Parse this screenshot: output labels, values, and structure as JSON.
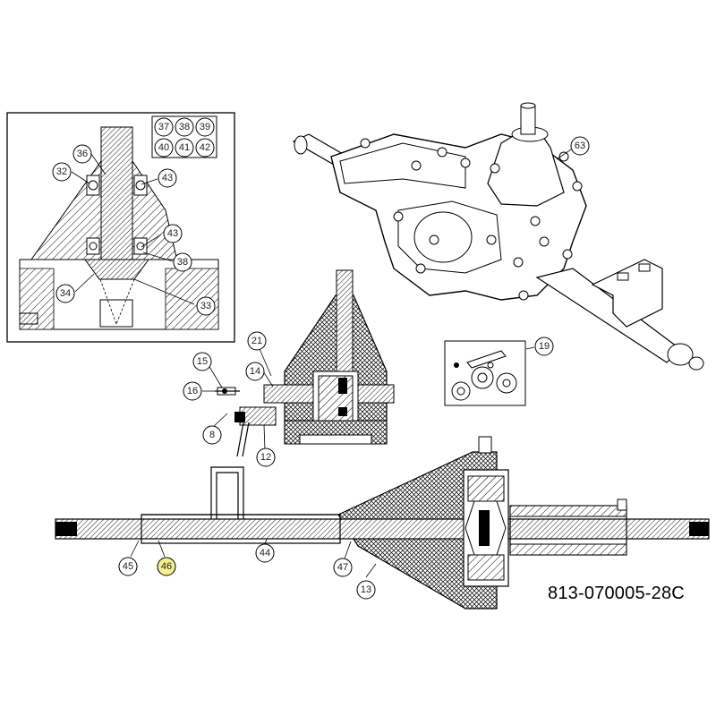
{
  "diagram": {
    "part_number": "813-070005-28C",
    "highlight_color": "#f5ef8c",
    "callouts": {
      "c37": "37",
      "c38a": "38",
      "c39": "39",
      "c40": "40",
      "c41": "41",
      "c42": "42",
      "c36": "36",
      "c32": "32",
      "c43a": "43",
      "c43b": "43",
      "c38b": "38",
      "c34": "34",
      "c33": "33",
      "c63": "63",
      "c19": "19",
      "c21": "21",
      "c15": "15",
      "c16": "16",
      "c14": "14",
      "c8": "8",
      "c12": "12",
      "c45": "45",
      "c46": "46",
      "c44": "44",
      "c47": "47",
      "c13": "13"
    }
  }
}
